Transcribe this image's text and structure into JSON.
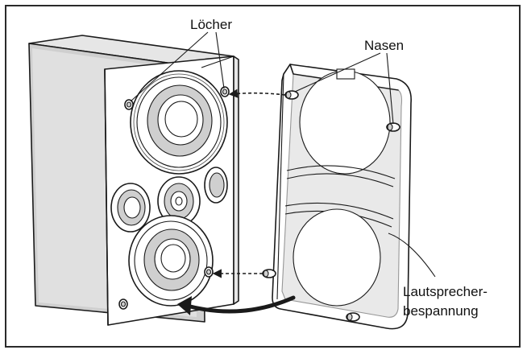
{
  "labels": {
    "holes": "Löcher",
    "pegs": "Nasen",
    "cover_line1": "Lautsprecher-",
    "cover_line2": "bespannung"
  }
}
